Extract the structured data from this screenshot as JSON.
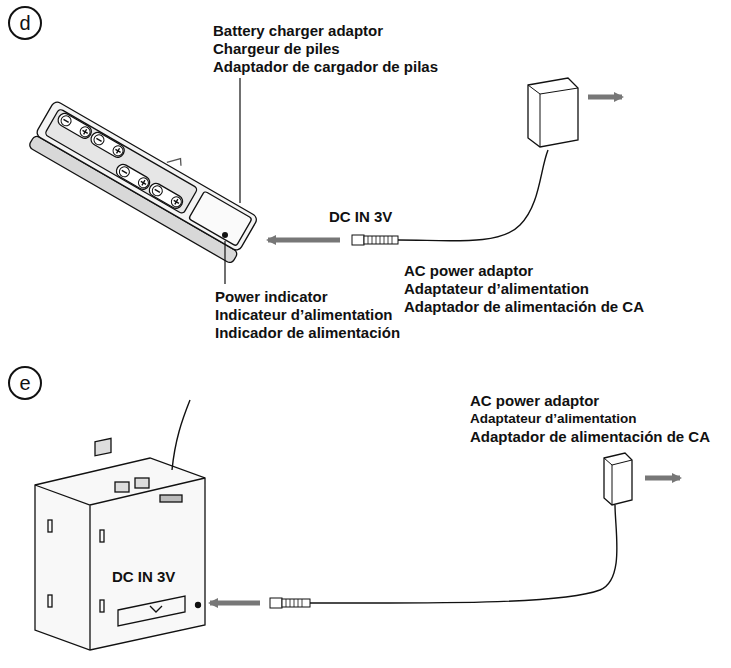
{
  "diagram": {
    "nodes": [
      {
        "text": [
          "d"
        ]
      },
      {
        "text": [
          "e"
        ]
      }
    ],
    "labels": [
      "Battery charger adaptor",
      "Chargeur de piles",
      "Adaptador de cargador de pilas",
      "DC IN 3V",
      "AC power adaptor",
      "Adaptateur d’alimentation",
      "Adaptador de alimentación de CA",
      "Power indicator",
      "Indicateur d’alimentation",
      "Indicador de alimentación",
      "AC power adaptor",
      "Adaptateur d’alimentation",
      "Adaptador de alimentación de CA",
      "DC IN 3V"
    ]
  }
}
